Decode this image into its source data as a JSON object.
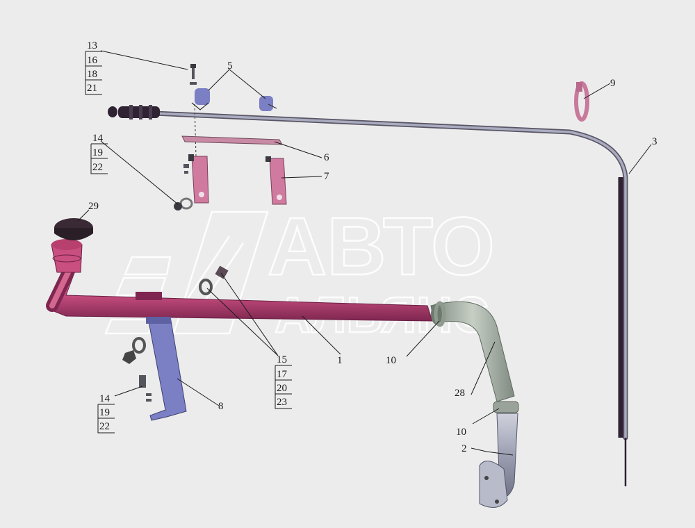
{
  "watermark": {
    "line1": "АВТО",
    "line2": "АЛЬЯНС"
  },
  "callouts": {
    "c1": "1",
    "c2": "2",
    "c3": "3",
    "c5": "5",
    "c6": "6",
    "c7": "7",
    "c8": "8",
    "c9": "9",
    "c10a": "10",
    "c10b": "10",
    "c28": "28",
    "c29": "29",
    "stack13": [
      "13",
      "16",
      "18",
      "21"
    ],
    "stack14a": [
      "14",
      "19",
      "22"
    ],
    "stack14b": [
      "14",
      "19",
      "22"
    ],
    "stack15": [
      "15",
      "17",
      "20",
      "23"
    ]
  },
  "colors": {
    "background": "#ececec",
    "tube_main": "#c94f80",
    "tube_dark": "#8a2d57",
    "bracket_blue": "#7b7fc4",
    "bracket_pink": "#d07aa0",
    "hose_grey": "#a7b0a5",
    "pipe_steel": "#a9acbe",
    "dipstick_dark": "#2e2233",
    "clamp_pink": "#c97a9c"
  }
}
